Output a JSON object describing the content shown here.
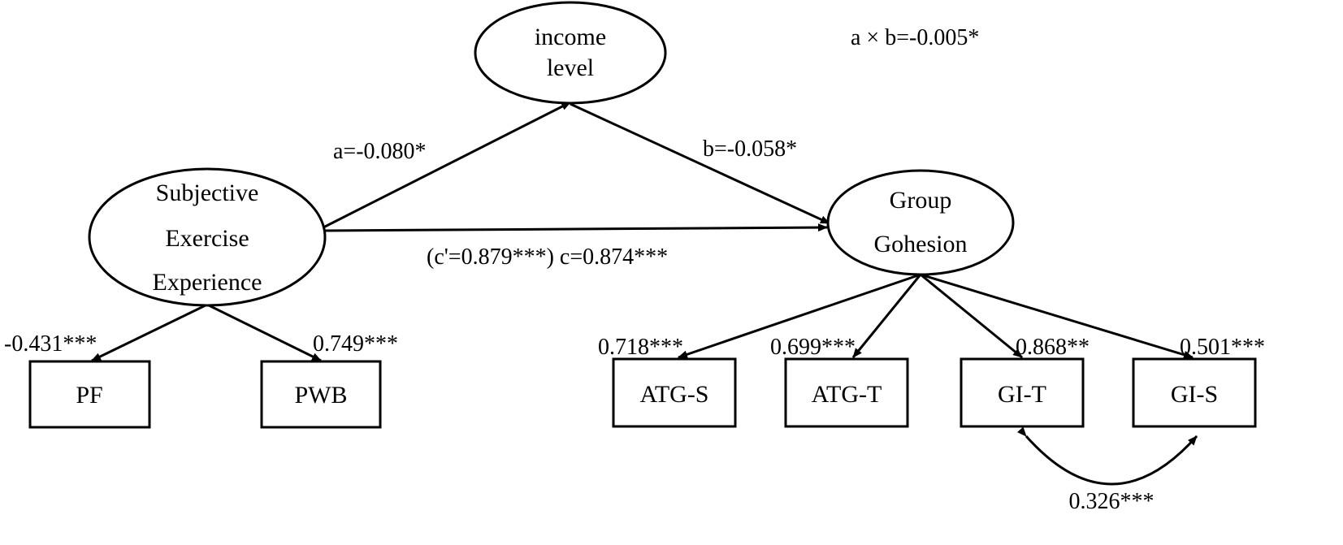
{
  "nodes": {
    "mediator": {
      "lines": [
        "income",
        "level"
      ]
    },
    "predictor": {
      "lines": [
        "Subjective",
        "Exercise",
        "Experience"
      ]
    },
    "outcome": {
      "lines": [
        "Group",
        "Gohesion"
      ]
    },
    "pf": "PF",
    "pwb": "PWB",
    "atg_s": "ATG-S",
    "atg_t": "ATG-T",
    "gi_t": "GI-T",
    "gi_s": "GI-S"
  },
  "paths": {
    "a": "a=-0.080*",
    "b": "b=-0.058*",
    "c": "(c'=0.879***) c=0.874***",
    "indirect": "a × b=-0.005*"
  },
  "loadings": {
    "pf": "-0.431***",
    "pwb": "0.749***",
    "atg_s": "0.718***",
    "atg_t": "0.699***",
    "gi_t": "0.868**",
    "gi_s": "0.501***"
  },
  "covariance": {
    "gi_t_gi_s": "0.326***"
  }
}
